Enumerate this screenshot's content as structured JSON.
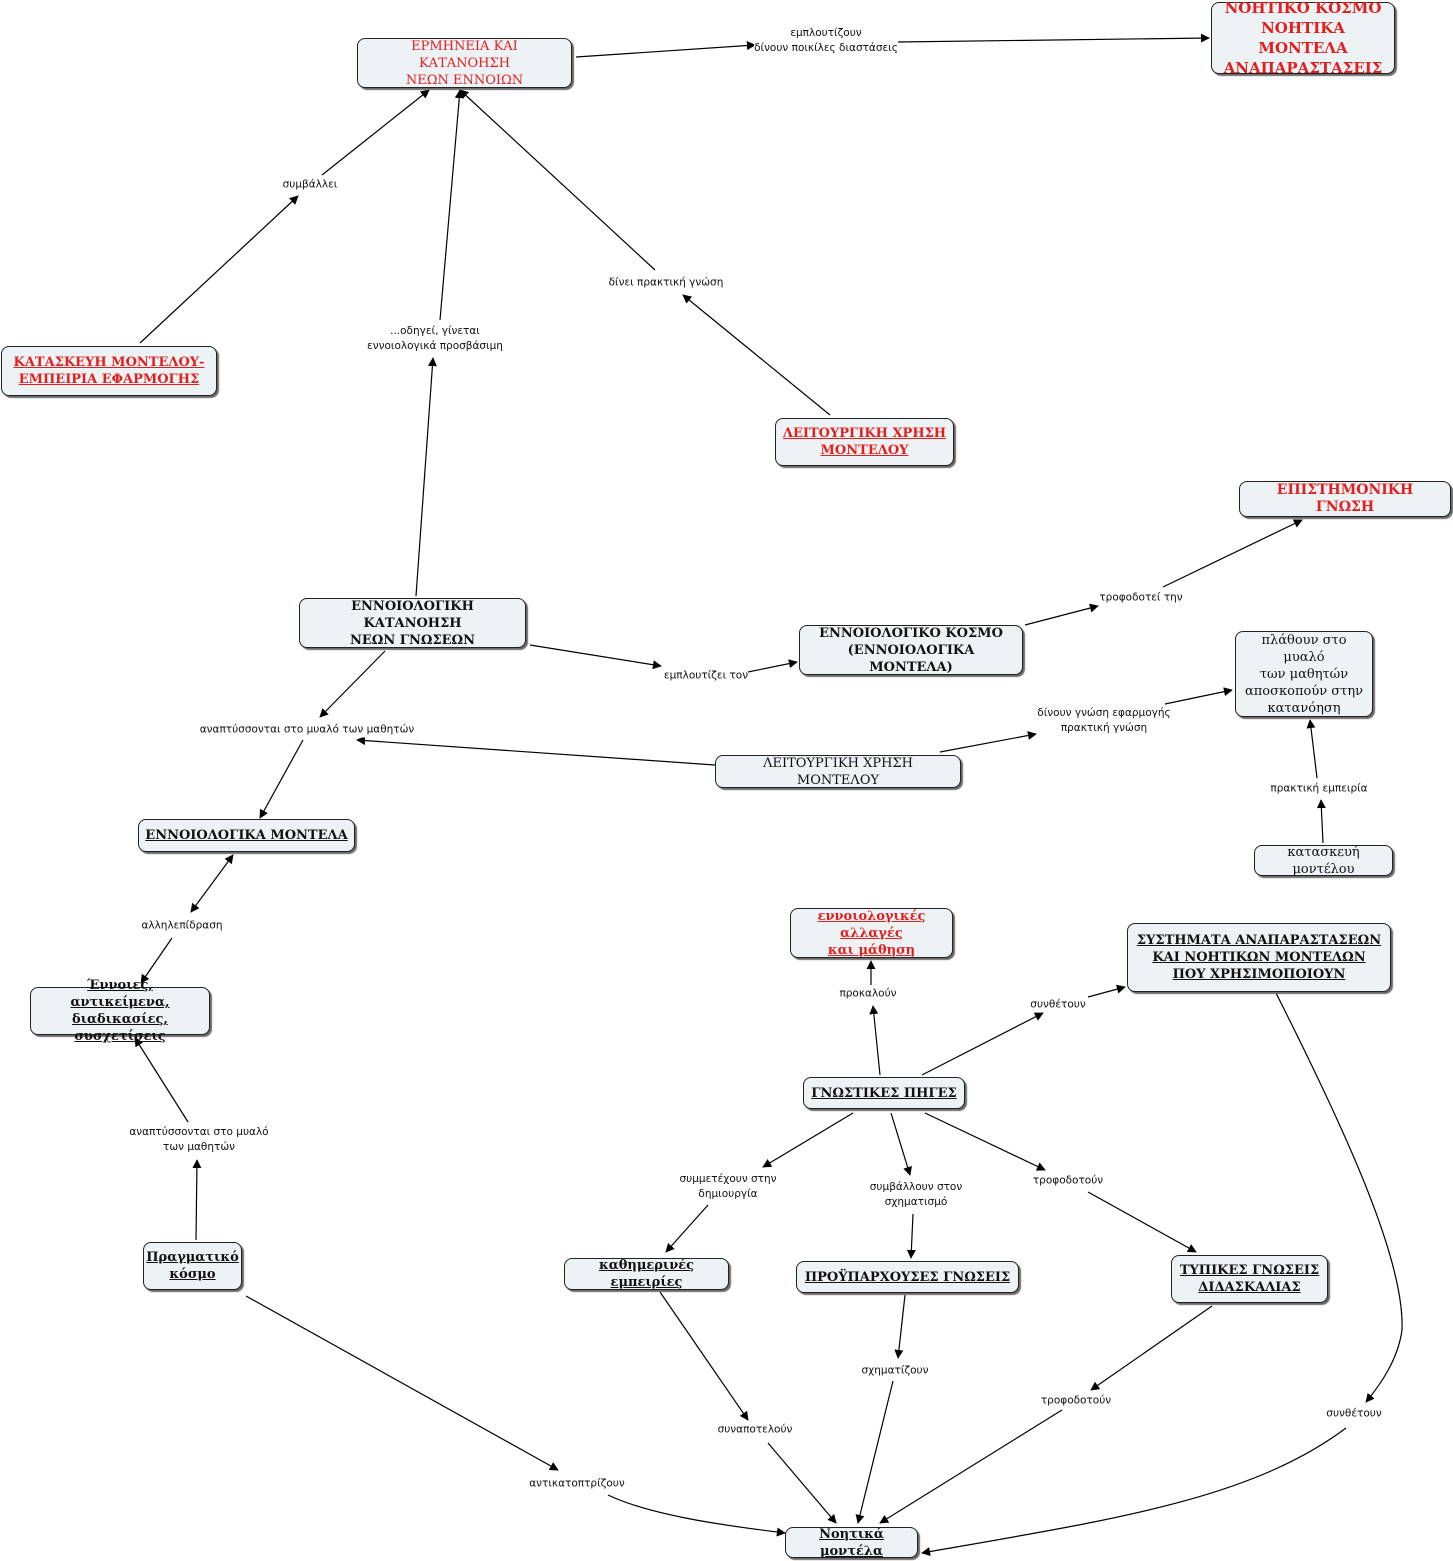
{
  "nodes": {
    "interpretation": "ΕΡΜΗΝΕΙΑ ΚΑΙ ΚΑΤΑΝΟΗΣΗ\nΝΕΩΝ ΕΝΝΟΙΩΝ",
    "mental_world": "ΝΟΗΤΙΚΟ ΚΟΣΜΟ\nΝΟΗΤΙΚΑ ΜΟΝΤΕΛΑ\nΑΝΑΠΑΡΑΣΤΑΣΕΙΣ",
    "model_construction": "ΚΑΤΑΣΚΕΥΗ ΜΟΝΤΕΛΟΥ-\nΕΜΠΕΙΡΙΑ ΕΦΑΡΜΟΓΗΣ",
    "functional_use_1": "ΛΕΙΤΟΥΡΓΙΚΗ ΧΡΗΣΗ\nΜΟΝΤΕΛΟΥ",
    "scientific_knowledge": "ΕΠΙΣΤΗΜΟΝΙΚΗ ΓΝΩΣΗ",
    "conceptual_understanding": "ΕΝΝΟΙΟΛΟΓΙΚΗ ΚΑΤΑΝΟΗΣΗ\nΝΕΩΝ ΓΝΩΣΕΩΝ",
    "conceptual_world": "ΕΝΝΟΙΟΛΟΓΙΚΟ ΚΟΣΜΟ\n(ΕΝΝΟΙΟΛΟΓΙΚΑ ΜΟΝΤΕΛΑ)",
    "shape_minds": "πλάθουν στο μυαλό\nτων μαθητών\nαποσκοπούν στην\nκατανόηση",
    "functional_use_2": "ΛΕΙΤΟΥΡΓΙΚΗ ΧΡΗΣΗ ΜΟΝΤΕΛΟΥ",
    "conceptual_models": "ΕΝΝΟΙΟΛΟΓΙΚΑ ΜΟΝΤΕΛΑ",
    "model_building": "κατασκευή μοντέλου",
    "conceptual_changes": "εννοιολογικές αλλαγές\nκαι μάθηση",
    "representation_systems": "ΣΥΣΤΗΜΑΤΑ ΑΝΑΠΑΡΑΣΤΑΣΕΩΝ\nΚΑΙ ΝΟΗΤΙΚΩΝ ΜΟΝΤΕΛΩΝ\nΠΟΥ ΧΡΗΣΙΜΟΠΟΙΟΥΝ",
    "concepts_objects": "Έννοιες, αντικείμενα,\nδιαδικασίες, συσχετίσεις",
    "cognitive_sources": "ΓΝΩΣΤΙΚΕΣ ΠΗΓΕΣ",
    "real_world": "Πραγματικό\nκόσμο",
    "everyday_experiences": "καθημερινές εμπειρίες",
    "prior_knowledge": "ΠΡΟΫΠΑΡΧΟΥΣΕΣ ΓΝΩΣΕΙΣ",
    "formal_knowledge": "ΤΥΠΙΚΕΣ ΓΝΩΣΕΙΣ\nΔΙΔΑΣΚΑΛΙΑΣ",
    "mental_models": "Νοητικά μοντέλα"
  },
  "links": {
    "enrich_give_dimensions": "εμπλουτίζουν\nδίνουν ποικίλες διαστάσεις",
    "contributes": "συμβάλλει",
    "gives_practical": "δίνει πρακτική γνώση",
    "leads_accessible": "...οδηγεί, γίνεται\nεννοιολογικά προσβάσιμη",
    "feeds_the": "τροφοδοτεί την",
    "enriches_the": "εμπλουτίζει τον",
    "develop_in_minds": "αναπτύσσονται στο μυαλό των μαθητών",
    "give_application": "δίνουν γνώση εφαρμογής\nπρακτική γνώση",
    "practical_experience": "πρακτική εμπειρία",
    "interaction": "αλληλεπίδραση",
    "cause": "προκαλούν",
    "compose_1": "συνθέτουν",
    "develop_in_minds_2": "αναπτύσσονται στο μυαλό\nτων μαθητών",
    "participate_creation": "συμμετέχουν στην\nδημιουργία",
    "contribute_formation": "συμβάλλουν στον\nσχηματισμό",
    "feed_1": "τροφοδοτούν",
    "form": "σχηματίζουν",
    "make_up": "συναποτελούν",
    "feed_2": "τροφοδοτούν",
    "compose_2": "συνθέτουν",
    "reflect": "αντικατοπτρίζουν"
  }
}
